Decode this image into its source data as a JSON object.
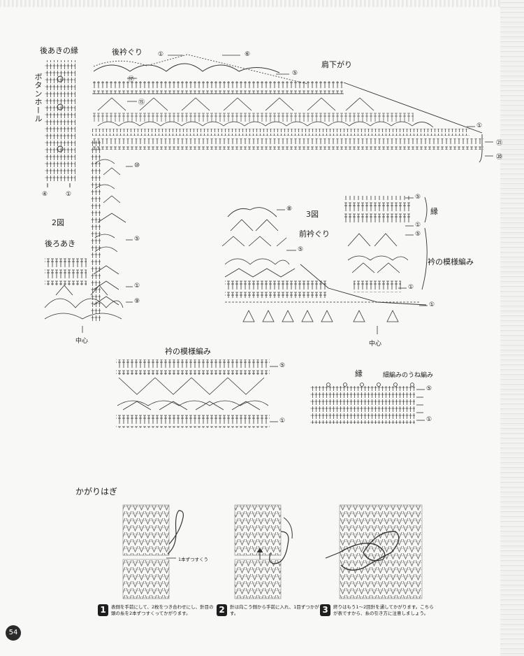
{
  "page": {
    "number": "54"
  },
  "diagram1": {
    "back_opening_edge": "後あきの縁",
    "buttonhole": "ボタンホール",
    "back_neckline": "後衿ぐり",
    "shoulder_shaping": "肩下がり",
    "row_markers": [
      "①",
      "⑥",
      "⑤",
      "⑰",
      "⑮",
      "⑩",
      "⑤",
      "①",
      "⑨",
      "①",
      "㉑",
      "⑳"
    ],
    "edge_markers": [
      "④",
      "①"
    ],
    "fig2_title": "2図",
    "back_opening": "後ろあき",
    "center": "中心"
  },
  "diagram3": {
    "title": "3図",
    "front_neckline": "前衿ぐり",
    "center": "中心",
    "row_markers": [
      "⑧",
      "⑤",
      "①"
    ]
  },
  "collar_pattern_right": {
    "edge": "縁",
    "pattern": "衿の模様編み",
    "row_markers": [
      "⑤",
      "①",
      "⑤",
      "①"
    ]
  },
  "collar_pattern_bottom": {
    "title": "衿の模様編み",
    "row_markers": [
      "⑤",
      "①"
    ]
  },
  "edge_chart": {
    "edge": "縁",
    "ribbing": "細編みのうね編み",
    "row_markers": [
      "⑤",
      "①"
    ]
  },
  "whipstitch": {
    "title": "かがりはぎ",
    "fig1_note": "1本ずつすくう",
    "steps": [
      {
        "num": "1",
        "text": "表側を手前にして、2枚をつき合わせにし、針目の頭の糸を2本ずつすくってかがります。"
      },
      {
        "num": "2",
        "text": "針は向こう側から手前に入れ、1目ずつかがります。"
      },
      {
        "num": "3",
        "text": "終りはもう1〜2回針を通してかがります。こちらが表ですから、糸の引き方に注意しましょう。"
      }
    ]
  }
}
